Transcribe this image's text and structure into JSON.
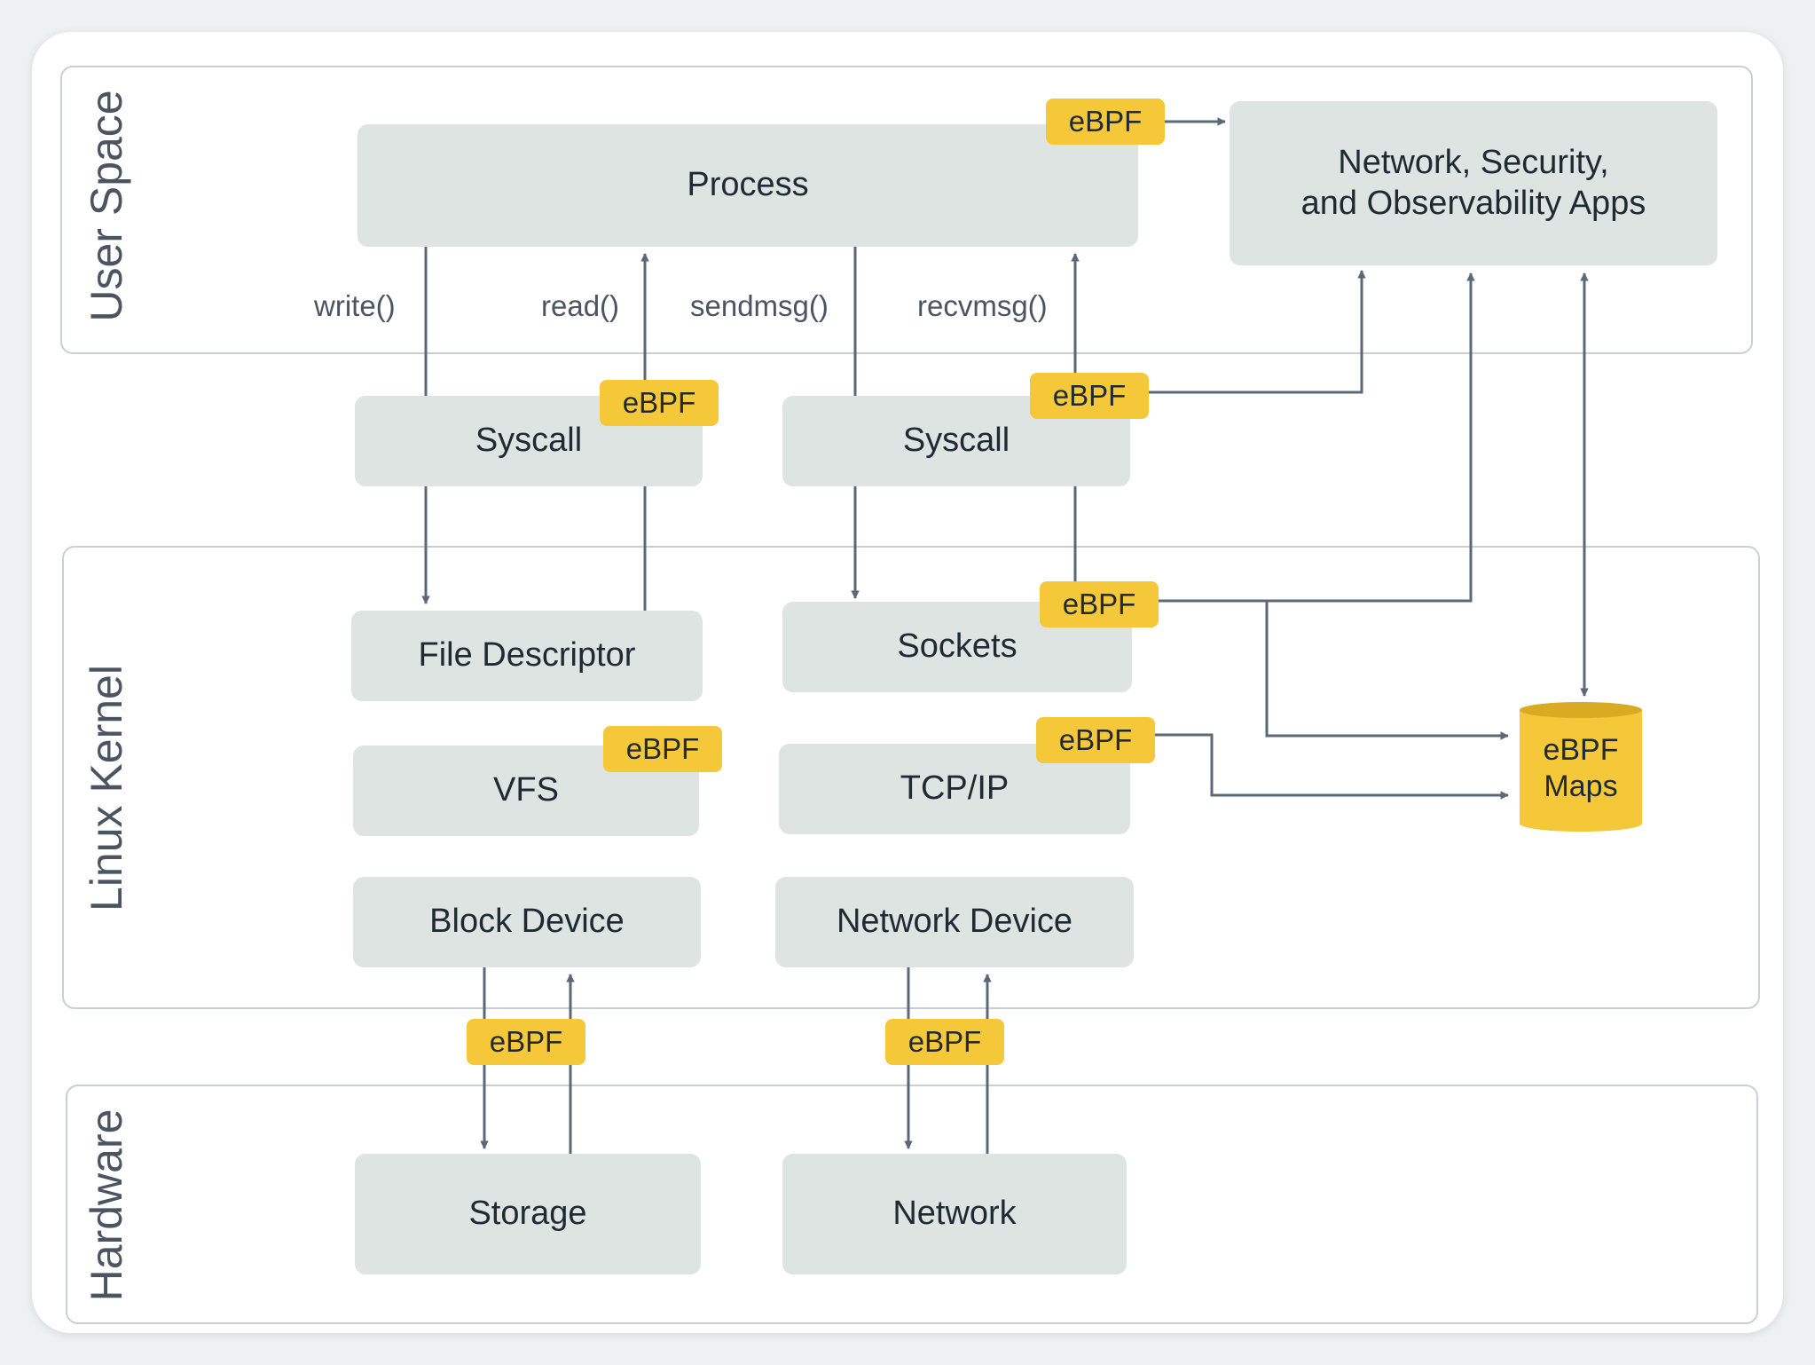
{
  "layers": {
    "user_space": "User Space",
    "linux_kernel": "Linux Kernel",
    "hardware": "Hardware"
  },
  "boxes": {
    "process": "Process",
    "apps_line1": "Network, Security,",
    "apps_line2": "and Observability Apps",
    "syscall_left": "Syscall",
    "syscall_right": "Syscall",
    "file_descriptor": "File Descriptor",
    "sockets": "Sockets",
    "vfs": "VFS",
    "tcp_ip": "TCP/IP",
    "block_device": "Block Device",
    "network_device": "Network Device",
    "storage": "Storage",
    "network": "Network"
  },
  "maps": {
    "line1": "eBPF",
    "line2": "Maps"
  },
  "badge_label": "eBPF",
  "calls": {
    "write": "write()",
    "read": "read()",
    "sendmsg": "sendmsg()",
    "recvmsg": "recvmsg()"
  },
  "colors": {
    "box_fill": "#dde4e2",
    "badge_fill": "#f5c83a",
    "line": "#5a6877",
    "layer_border": "#c8d0d2"
  }
}
